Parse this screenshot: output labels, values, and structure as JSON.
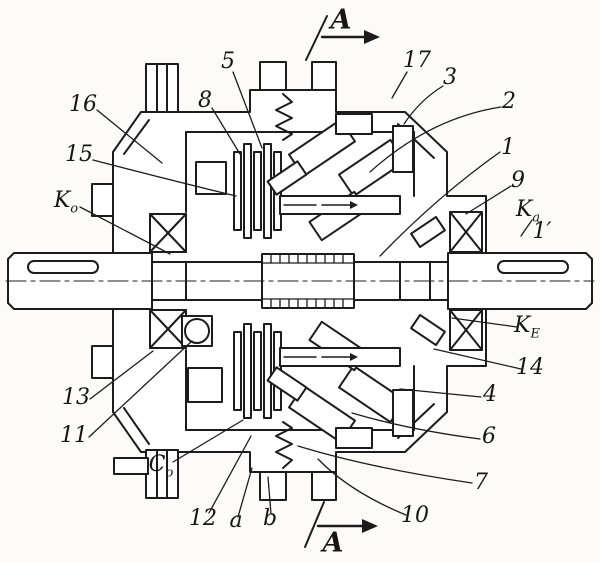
{
  "figure": {
    "paper_color": "#fcfbf8",
    "ink_color": "#1c1c1c"
  },
  "labels": {
    "a_top": {
      "text": "A",
      "sub": ""
    },
    "n5": {
      "text": "5",
      "sub": ""
    },
    "n8": {
      "text": "8",
      "sub": ""
    },
    "n17": {
      "text": "17",
      "sub": ""
    },
    "n3": {
      "text": "3",
      "sub": ""
    },
    "n16": {
      "text": "16",
      "sub": ""
    },
    "n15": {
      "text": "15",
      "sub": ""
    },
    "n2": {
      "text": "2",
      "sub": ""
    },
    "n1": {
      "text": "1",
      "sub": ""
    },
    "n9": {
      "text": "9",
      "sub": ""
    },
    "ka": {
      "text": "K",
      "sub": "a"
    },
    "n1p": {
      "text": "1′",
      "sub": ""
    },
    "k0": {
      "text": "K",
      "sub": "o"
    },
    "ke": {
      "text": "K",
      "sub": "E"
    },
    "n14": {
      "text": "14",
      "sub": ""
    },
    "n4": {
      "text": "4",
      "sub": ""
    },
    "n6": {
      "text": "6",
      "sub": ""
    },
    "n7": {
      "text": "7",
      "sub": ""
    },
    "n10": {
      "text": "10",
      "sub": ""
    },
    "n13": {
      "text": "13",
      "sub": ""
    },
    "n11": {
      "text": "11",
      "sub": ""
    },
    "c0": {
      "text": "C",
      "sub": "o"
    },
    "n12": {
      "text": "12",
      "sub": ""
    },
    "na": {
      "text": "a",
      "sub": ""
    },
    "nb": {
      "text": "b",
      "sub": ""
    },
    "a_bottom": {
      "text": "A",
      "sub": ""
    }
  }
}
